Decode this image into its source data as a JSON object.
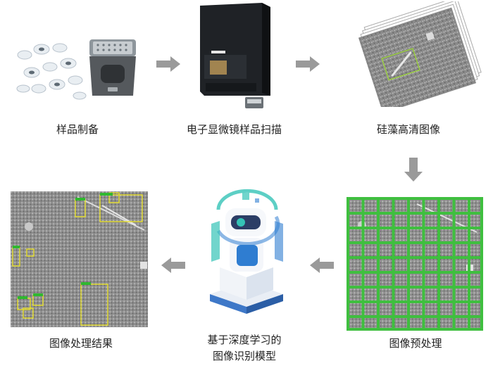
{
  "steps": [
    {
      "label": "样品制备"
    },
    {
      "label": "电子显微镜样品扫描"
    },
    {
      "label": "硅藻高清图像"
    },
    {
      "label": "图像预处理"
    },
    {
      "label": "基于深度学习的",
      "label2": "图像识别模型"
    },
    {
      "label": "图像处理结果"
    }
  ],
  "colors": {
    "arrow": "#9a9a9a",
    "grid": "#3fbf3f",
    "detect_box": "#e6df2a",
    "detect_tag": "#2fb82f",
    "sem_gray": "#8c8c8c",
    "robot_blue": "#2f7dd1",
    "robot_teal": "#35c3b6"
  }
}
